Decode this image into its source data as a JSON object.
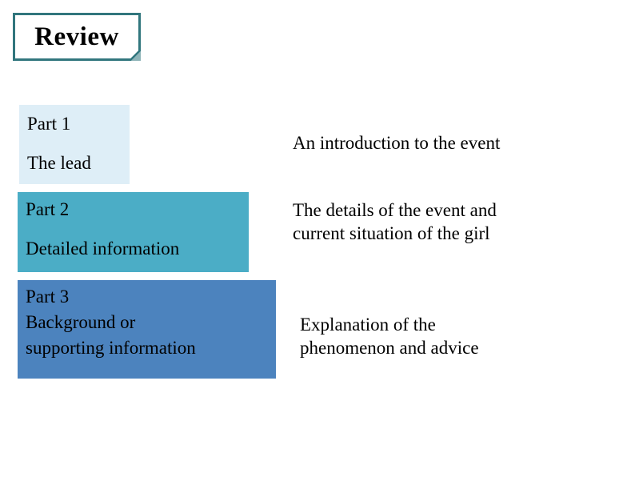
{
  "slide": {
    "title": "Review",
    "background_color": "#ffffff",
    "title_border_color": "#31767d"
  },
  "parts": [
    {
      "id": "part1",
      "lines": [
        "Part 1",
        "The lead"
      ],
      "fill_color": "#deeef7",
      "description": {
        "lines": [
          "An introduction to the event"
        ]
      }
    },
    {
      "id": "part2",
      "lines": [
        "Part 2",
        "Detailed information"
      ],
      "fill_color": "#4badc6",
      "description": {
        "lines": [
          "The details of the event and",
          "current situation of the girl"
        ]
      }
    },
    {
      "id": "part3",
      "lines": [
        "Part 3",
        "Background or",
        "supporting information"
      ],
      "fill_color": "#4c83be",
      "description": {
        "lines": [
          "Explanation of the",
          "phenomenon and advice"
        ]
      }
    }
  ]
}
